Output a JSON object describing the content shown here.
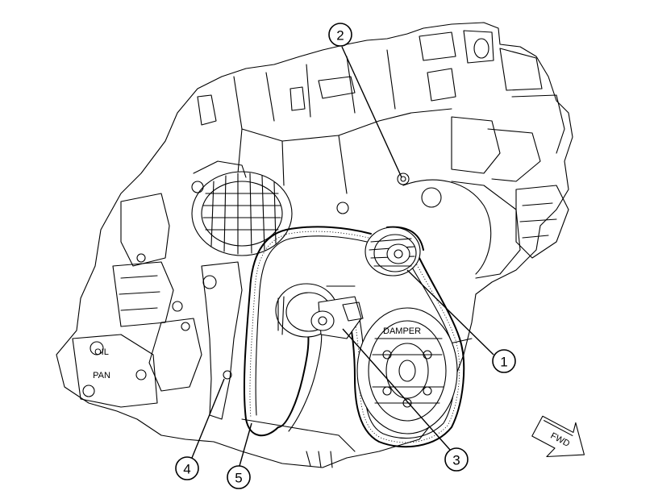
{
  "labels": {
    "damper": "DAMPER",
    "oil_pan_line1": "OIL",
    "oil_pan_line2": "PAN",
    "fwd": "FWD"
  },
  "callouts": [
    "1",
    "2",
    "3",
    "4",
    "5"
  ],
  "icons": {
    "fwd_arrow": "forward-arrow-icon"
  }
}
